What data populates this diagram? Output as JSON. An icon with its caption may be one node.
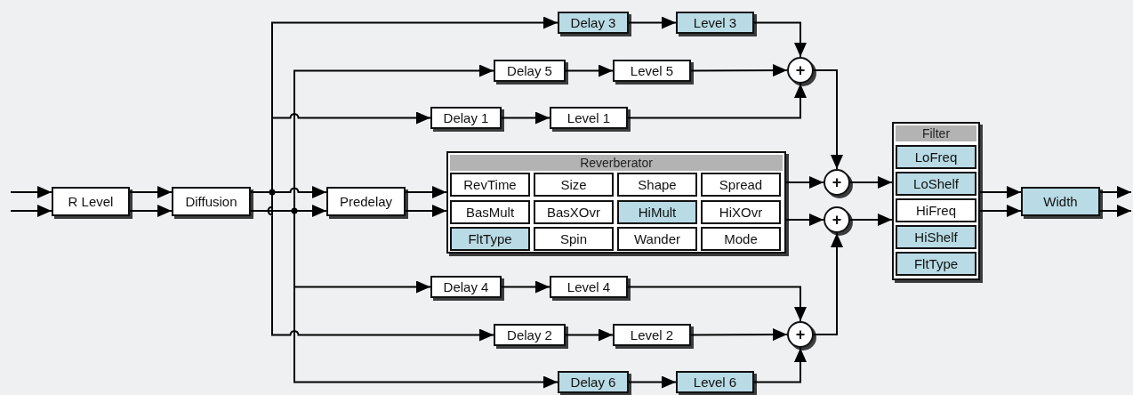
{
  "diagram": {
    "nodes": [
      {
        "text": [
          "R Level"
        ]
      },
      {
        "text": [
          "Diffusion"
        ]
      },
      {
        "text": [
          "Predelay"
        ]
      },
      {
        "text": [
          "Delay 3"
        ]
      },
      {
        "text": [
          "Level 3"
        ]
      },
      {
        "text": [
          "Delay 5"
        ]
      },
      {
        "text": [
          "Level 5"
        ]
      },
      {
        "text": [
          "Delay 1"
        ]
      },
      {
        "text": [
          "Level 1"
        ]
      },
      {
        "text": [
          "Reverberator"
        ]
      },
      {
        "text": [
          "RevTime"
        ],
        "in": 9
      },
      {
        "text": [
          "Size"
        ],
        "in": 9
      },
      {
        "text": [
          "Shape"
        ],
        "in": 9
      },
      {
        "text": [
          "Spread"
        ],
        "in": 9
      },
      {
        "text": [
          "BasMult"
        ],
        "in": 9
      },
      {
        "text": [
          "BasXOvr"
        ],
        "in": 9
      },
      {
        "text": [
          "HiMult"
        ],
        "in": 9
      },
      {
        "text": [
          "HiXOvr"
        ],
        "in": 9
      },
      {
        "text": [
          "FltType"
        ],
        "in": 9
      },
      {
        "text": [
          "Spin"
        ],
        "in": 9
      },
      {
        "text": [
          "Wander"
        ],
        "in": 9
      },
      {
        "text": [
          "Mode"
        ],
        "in": 9
      },
      {
        "text": [
          "Delay 4"
        ]
      },
      {
        "text": [
          "Level 4"
        ]
      },
      {
        "text": [
          "Delay 2"
        ]
      },
      {
        "text": [
          "Level 2"
        ]
      },
      {
        "text": [
          "Delay 6"
        ]
      },
      {
        "text": [
          "Level 6"
        ]
      },
      {
        "text": [
          "+"
        ]
      },
      {
        "text": [
          "+"
        ]
      },
      {
        "text": [
          "+"
        ]
      },
      {
        "text": [
          "+"
        ]
      },
      {
        "text": [
          "Filter"
        ]
      },
      {
        "text": [
          "LoFreq"
        ],
        "in": 32
      },
      {
        "text": [
          "LoShelf"
        ],
        "in": 32
      },
      {
        "text": [
          "HiFreq"
        ],
        "in": 32
      },
      {
        "text": [
          "HiShelf"
        ],
        "in": 32
      },
      {
        "text": [
          "FltType"
        ],
        "in": 32
      },
      {
        "text": [
          "Width"
        ]
      }
    ],
    "edges": [
      {
        "from": null,
        "to": 0,
        "arrow": "to"
      },
      {
        "from": null,
        "to": 0,
        "arrow": "to"
      },
      {
        "from": 0,
        "to": 1,
        "arrow": "to"
      },
      {
        "from": 0,
        "to": 1,
        "arrow": "to"
      },
      {
        "from": 1,
        "to": 2,
        "arrow": "to"
      },
      {
        "from": 1,
        "to": 2,
        "arrow": "to"
      },
      {
        "from": 1,
        "to": 3,
        "arrow": "to"
      },
      {
        "from": 1,
        "to": 5,
        "arrow": "to"
      },
      {
        "from": 1,
        "to": 7,
        "arrow": "to"
      },
      {
        "from": 1,
        "to": 22,
        "arrow": "to"
      },
      {
        "from": 1,
        "to": 24,
        "arrow": "to"
      },
      {
        "from": 1,
        "to": 26,
        "arrow": "to"
      },
      {
        "from": 2,
        "to": 9,
        "arrow": "to"
      },
      {
        "from": 2,
        "to": 9,
        "arrow": "to"
      },
      {
        "from": 3,
        "to": 4,
        "arrow": "to"
      },
      {
        "from": 5,
        "to": 6,
        "arrow": "to"
      },
      {
        "from": 7,
        "to": 8,
        "arrow": "to"
      },
      {
        "from": 22,
        "to": 23,
        "arrow": "to"
      },
      {
        "from": 24,
        "to": 25,
        "arrow": "to"
      },
      {
        "from": 26,
        "to": 27,
        "arrow": "to"
      },
      {
        "from": 4,
        "to": 28,
        "arrow": "to"
      },
      {
        "from": 6,
        "to": 28,
        "arrow": "to"
      },
      {
        "from": 8,
        "to": 28,
        "arrow": "to"
      },
      {
        "from": 23,
        "to": 31,
        "arrow": "to"
      },
      {
        "from": 25,
        "to": 31,
        "arrow": "to"
      },
      {
        "from": 27,
        "to": 31,
        "arrow": "to"
      },
      {
        "from": 28,
        "to": 29,
        "arrow": "to"
      },
      {
        "from": 31,
        "to": 30,
        "arrow": "to"
      },
      {
        "from": 9,
        "to": 29,
        "arrow": "to"
      },
      {
        "from": 9,
        "to": 30,
        "arrow": "to"
      },
      {
        "from": 29,
        "to": 32,
        "arrow": "to"
      },
      {
        "from": 30,
        "to": 32,
        "arrow": "to"
      },
      {
        "from": 32,
        "to": 38,
        "arrow": "to"
      },
      {
        "from": 32,
        "to": 38,
        "arrow": "to"
      },
      {
        "from": 38,
        "to": null,
        "arrow": "to"
      },
      {
        "from": 38,
        "to": null,
        "arrow": "to"
      }
    ]
  }
}
